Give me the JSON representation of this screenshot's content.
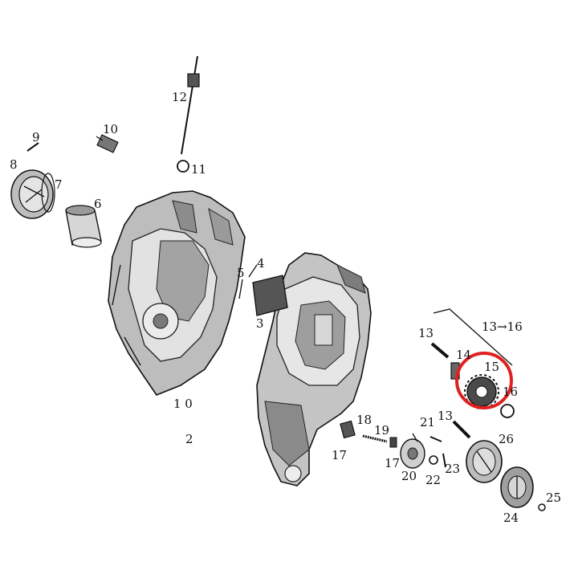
{
  "diagram": {
    "callouts": {
      "c1": "1 0",
      "c2": "2",
      "c3": "3",
      "c4": "4",
      "c5": "5",
      "c6": "6",
      "c7": "7",
      "c8": "8",
      "c9": "9",
      "c10": "10",
      "c11": "11",
      "c12": "12",
      "c13a": "13",
      "c13b": "13",
      "c13range": "13→16",
      "c14": "14",
      "c15": "15",
      "c16": "16",
      "c17a": "17",
      "c17b": "17",
      "c18": "18",
      "c19": "19",
      "c20": "20",
      "c21": "21",
      "c22": "22",
      "c23": "23",
      "c24": "24",
      "c25": "25",
      "c26": "26"
    },
    "highlight": {
      "target": "15",
      "color": "#e02020"
    }
  }
}
